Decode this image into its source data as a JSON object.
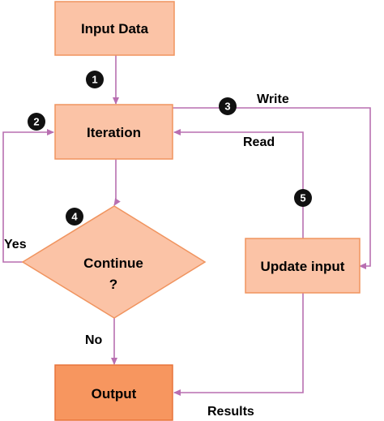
{
  "colors": {
    "node_fill": "#fbc3a6",
    "node_stroke": "#f0945f",
    "output_fill": "#f7965f",
    "edge": "#b86fb1",
    "badge": "#111111"
  },
  "nodes": {
    "input": "Input Data",
    "iteration": "Iteration",
    "decision_line1": "Continue",
    "decision_line2": "?",
    "update": "Update input",
    "output": "Output"
  },
  "edges": {
    "write": "Write",
    "read": "Read",
    "yes": "Yes",
    "no": "No",
    "results": "Results"
  },
  "steps": [
    "1",
    "2",
    "3",
    "4",
    "5"
  ]
}
